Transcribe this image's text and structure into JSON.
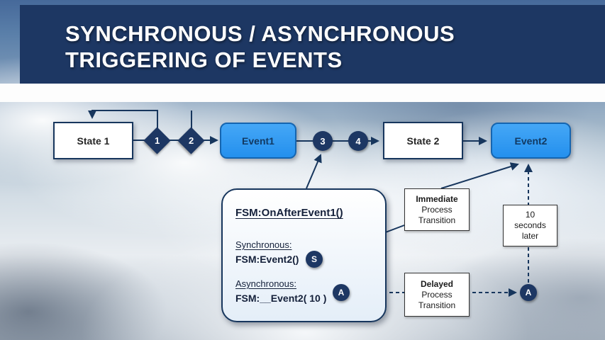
{
  "title": {
    "line1": "SYNCHRONOUS / ASYNCHRONOUS",
    "line2": "TRIGGERING OF EVENTS"
  },
  "flow": {
    "state1": "State 1",
    "badge1": "1",
    "badge2": "2",
    "event1": "Event1",
    "badge3": "3",
    "badge4": "4",
    "state2": "State 2",
    "event2": "Event2"
  },
  "fsm": {
    "title": "FSM:OnAfterEvent1()",
    "sync_label": "Synchronous:",
    "sync_code": "FSM:Event2()",
    "sync_badge": "S",
    "async_label": "Asynchronous:",
    "async_code": "FSM:__Event2( 10 )",
    "async_badge": "A"
  },
  "notes": {
    "immediate": {
      "line1": "Immediate",
      "line2": "Process",
      "line3": "Transition"
    },
    "delay": {
      "line1": "10",
      "line2": "seconds",
      "line3": "later"
    },
    "delayed": {
      "line1": "Delayed",
      "line2": "Process",
      "line3": "Transition"
    }
  },
  "badges": {
    "async_target": "A"
  },
  "colors": {
    "accent_navy": "#1D3763",
    "event_blue": "#2F9BF2",
    "title_text": "#FFFFFF"
  }
}
